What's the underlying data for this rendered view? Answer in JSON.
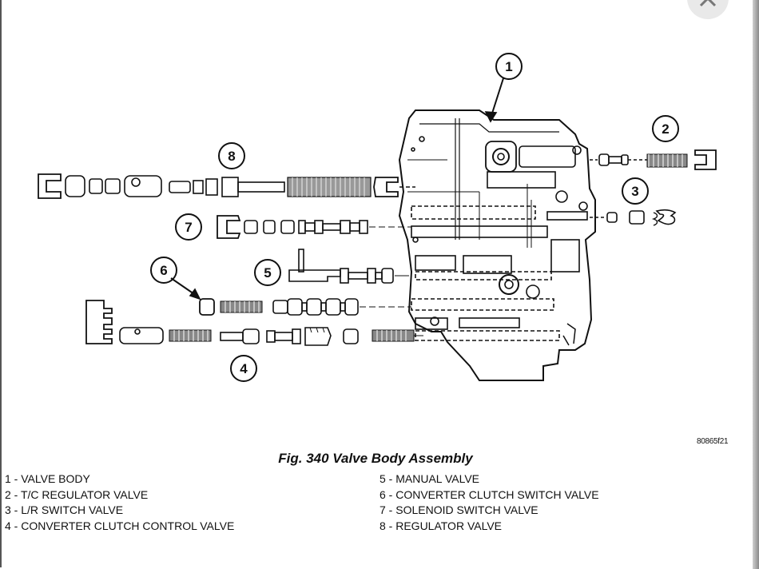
{
  "callouts": [
    "1",
    "2",
    "3",
    "4",
    "5",
    "6",
    "7",
    "8"
  ],
  "figure_number": "80865f21",
  "caption": "Fig. 340 Valve Body Assembly",
  "legend": {
    "left": [
      "1 - VALVE BODY",
      "2 - T/C REGULATOR VALVE",
      "3 - L/R SWITCH VALVE",
      "4 - CONVERTER CLUTCH CONTROL VALVE"
    ],
    "right": [
      "5 - MANUAL VALVE",
      "6 - CONVERTER CLUTCH SWITCH VALVE",
      "7 - SOLENOID SWITCH VALVE",
      "8 - REGULATOR VALVE"
    ]
  },
  "close_icon": "close-icon"
}
